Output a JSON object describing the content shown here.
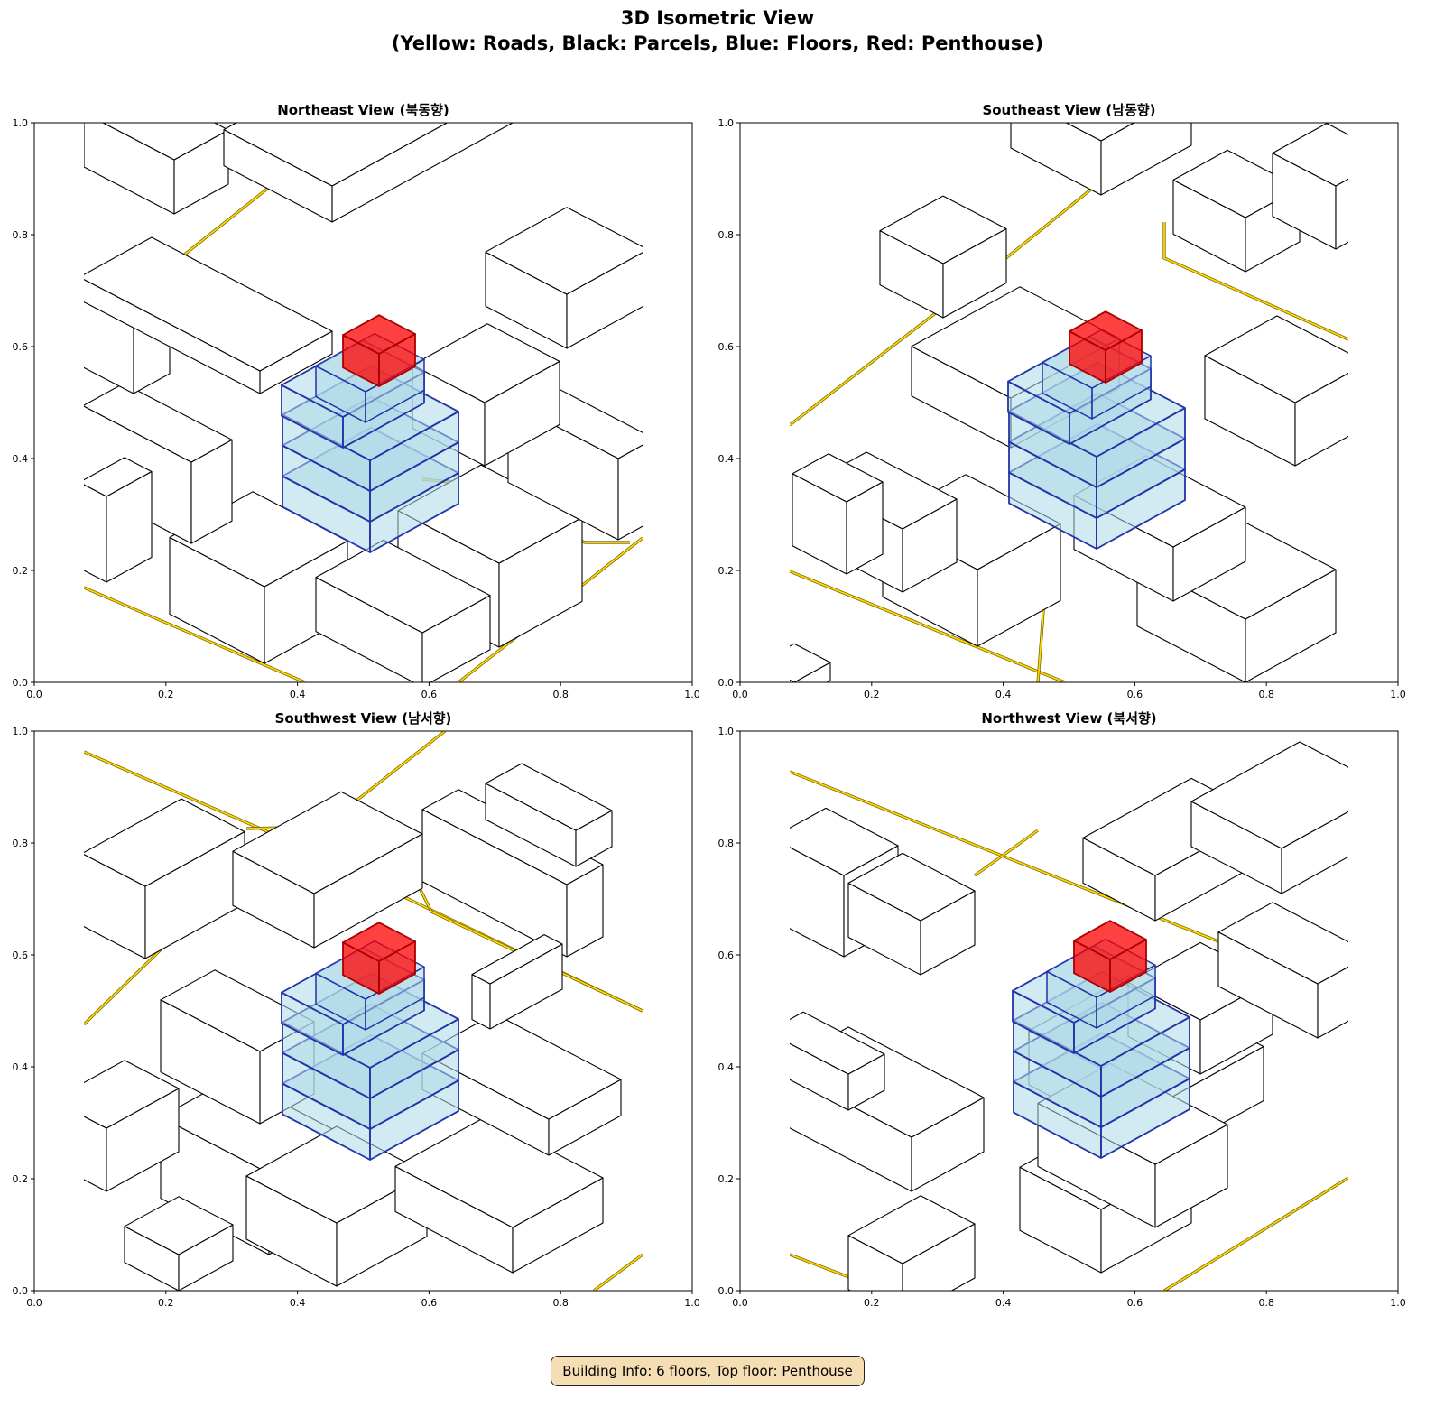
{
  "figure": {
    "title_line1": "3D Isometric View",
    "title_line2": "(Yellow: Roads, Black: Parcels, Blue: Floors, Red: Penthouse)",
    "info_box": "Building Info: 6 floors, Top floor: Penthouse"
  },
  "panels": [
    {
      "title": "Northeast View (북동향)"
    },
    {
      "title": "Southeast View (남동향)"
    },
    {
      "title": "Southwest View (남서향)"
    },
    {
      "title": "Northwest View (북서향)"
    }
  ],
  "axes": {
    "x_ticks": [
      "0.0",
      "0.2",
      "0.4",
      "0.6",
      "0.8",
      "1.0"
    ],
    "y_ticks": [
      "0.0",
      "0.2",
      "0.4",
      "0.6",
      "0.8",
      "1.0"
    ]
  },
  "colors": {
    "road": "#ffd700",
    "parcel": "#000000",
    "floor_fill": "#add8e6",
    "floor_edge": "#2233aa",
    "penthouse": "#ff0000",
    "info_bg": "#f5deb3"
  }
}
